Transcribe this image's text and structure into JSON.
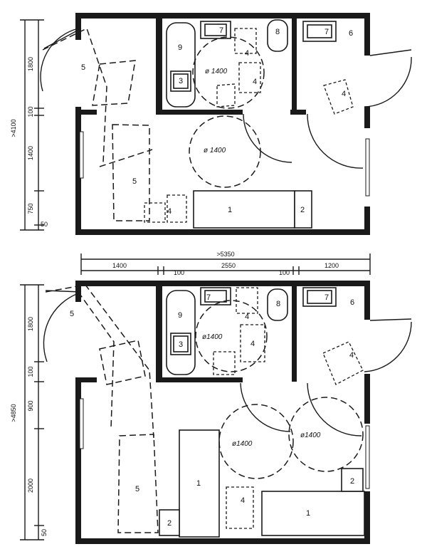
{
  "plan_top": {
    "dims_left": [
      "1800",
      "100",
      "1400",
      "750",
      "50"
    ],
    "dim_total": ">4100",
    "labels": {
      "bed": "1",
      "nightstand": "2",
      "basin": "3",
      "wheelchair": "4",
      "door_swing": "5",
      "wardrobe_area": "6",
      "sink": "7",
      "toilet": "8",
      "bath": "9"
    },
    "turning_circle": "ø 1400"
  },
  "plan_bottom": {
    "dims_top": [
      "1400",
      "100",
      "2550",
      "100",
      "1200"
    ],
    "dim_total_width": ">5350",
    "dims_left": [
      "1800",
      "100",
      "900",
      "2000",
      "50"
    ],
    "dim_total": ">4850",
    "labels": {
      "bed": "1",
      "nightstand": "2",
      "basin": "3",
      "wheelchair": "4",
      "door_swing": "5",
      "wardrobe_area": "6",
      "sink": "7",
      "toilet": "8",
      "bath": "9"
    },
    "turning_circle": "ø1400"
  }
}
